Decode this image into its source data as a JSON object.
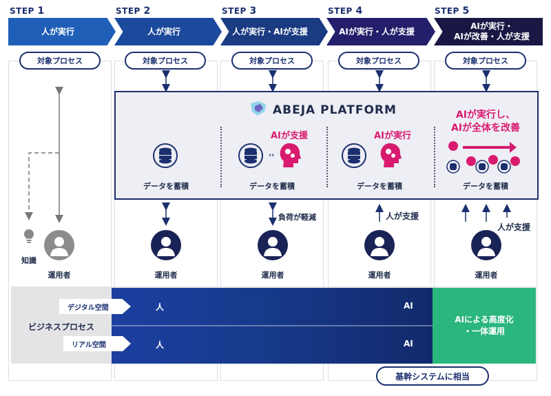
{
  "steps": [
    {
      "num_prefix": "STEP",
      "num": "1",
      "title": "人が実行"
    },
    {
      "num_prefix": "STEP",
      "num": "2",
      "title": "人が実行"
    },
    {
      "num_prefix": "STEP",
      "num": "3",
      "title": "人が実行・AIが支援"
    },
    {
      "num_prefix": "STEP",
      "num": "4",
      "title": "AIが実行・人が支援"
    },
    {
      "num_prefix": "STEP",
      "num": "5",
      "title_line1": "AIが実行・",
      "title_line2": "AIが改善・人が支援"
    }
  ],
  "colors": {
    "step1": "#1f5fb8",
    "step2": "#1b4a9c",
    "step3": "#1a3a82",
    "step4": "#241f6b",
    "step5": "#191744",
    "pink": "#d81b6e",
    "green": "#2bb67e"
  },
  "process_label": "対象プロセス",
  "platform": {
    "name": "ABEJA PLATFORM"
  },
  "data_store_label": "データを蓄積",
  "ai_support": "AIが支援",
  "ai_execute": "AIが実行",
  "ai_improve_line1": "AIが実行し、",
  "ai_improve_line2": "AIが全体を改善",
  "load_reduced": "負荷が軽減",
  "human_support": "人が支援",
  "knowledge": "知識",
  "operator": "運用者",
  "business": {
    "label": "ビジネスプロセス",
    "digital": "デジタル空間",
    "real": "リアル空間",
    "human": "人",
    "ai": "AI",
    "advanced_line1": "AIによる高度化",
    "advanced_line2": "・一体運用"
  },
  "core_system": "基幹システムに相当",
  "icons": [
    "database-icon",
    "ai-head-icon",
    "person-icon",
    "lightbulb-icon",
    "arrow-icon",
    "logo-icon"
  ]
}
